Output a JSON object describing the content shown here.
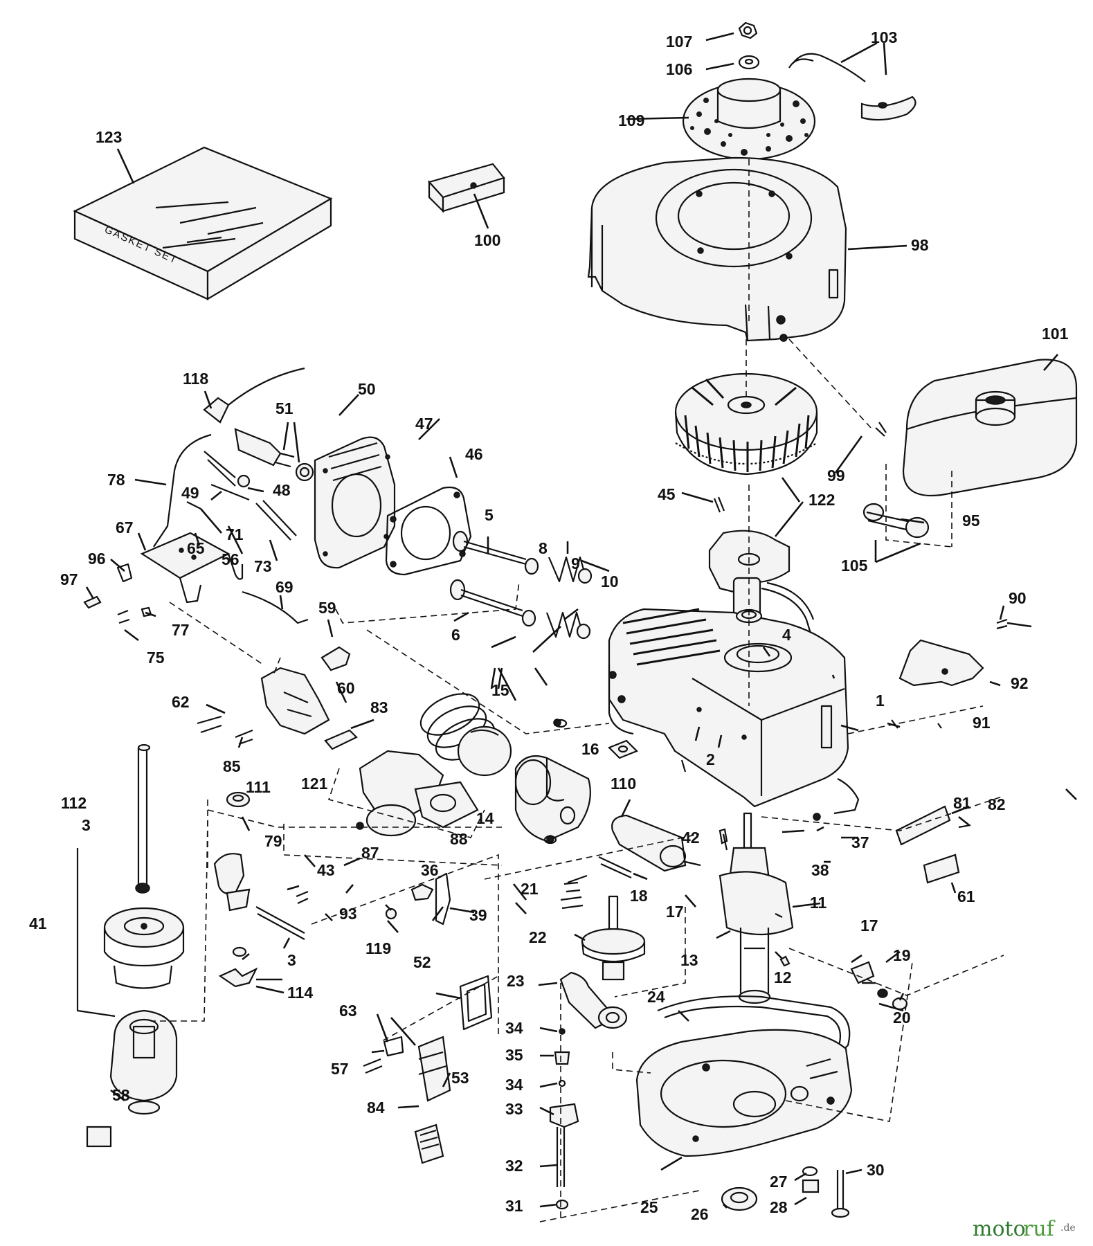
{
  "diagram": {
    "kit_label": "GASKET SET",
    "watermark": {
      "a": "moto",
      "b": "ruf",
      "c": ".de"
    },
    "callouts": [
      "107",
      "106",
      "103",
      "109",
      "123",
      "100",
      "98",
      "101",
      "118",
      "50",
      "51",
      "47",
      "46",
      "78",
      "49",
      "48",
      "71",
      "56",
      "65",
      "67",
      "96",
      "97",
      "73",
      "45",
      "122",
      "99",
      "95",
      "105",
      "5",
      "8",
      "9",
      "10",
      "6",
      "69",
      "77",
      "75",
      "59",
      "4",
      "90",
      "92",
      "62",
      "60",
      "83",
      "15",
      "1",
      "16",
      "85",
      "91",
      "121",
      "110",
      "2",
      "14",
      "112",
      "111",
      "79",
      "87",
      "88",
      "81",
      "82",
      "3",
      "36",
      "42",
      "37",
      "38",
      "61",
      "43",
      "21",
      "18",
      "17",
      "11",
      "41",
      "93",
      "39",
      "119",
      "22",
      "13",
      "12",
      "19",
      "114",
      "52",
      "23",
      "24",
      "20",
      "63",
      "34",
      "35",
      "57",
      "53",
      "84",
      "58",
      "33",
      "32",
      "31",
      "25",
      "26",
      "27",
      "28",
      "30"
    ]
  }
}
